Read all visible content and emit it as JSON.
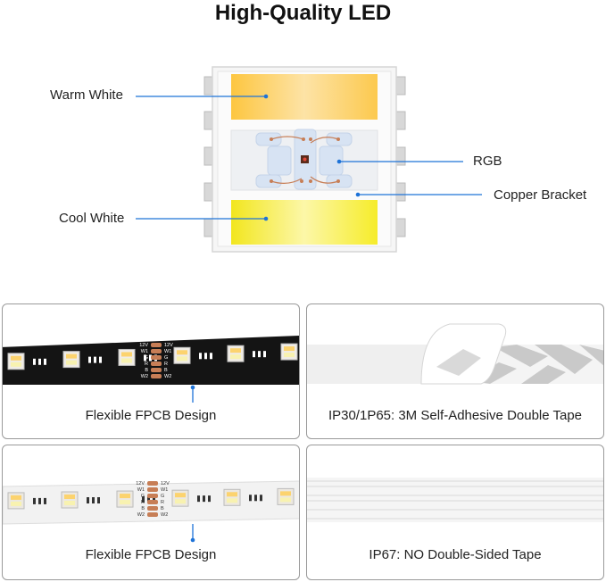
{
  "title": "High-Quality LED",
  "diagram": {
    "warm_white": "Warm White",
    "cool_white": "Cool White",
    "rgb": "RGB",
    "copper_bracket": "Copper Bracket"
  },
  "panels": [
    {
      "caption": "Flexible FPCB Design",
      "strip_color": "black"
    },
    {
      "caption": "IP30/1P65: 3M Self-Adhesive Double Tape"
    },
    {
      "caption": "Flexible FPCB Design",
      "strip_color": "white"
    },
    {
      "caption": "IP67: NO Double-Sided Tape"
    }
  ],
  "pad_labels": [
    "12V",
    "W1",
    "G",
    "R",
    "B",
    "W2"
  ],
  "pad_labels_right": [
    "12V",
    "W1",
    "G",
    "R",
    "B",
    "W2"
  ],
  "colors": {
    "accent": "#1e73d8",
    "warm": "#fcc94e",
    "cool": "#f6ec2a",
    "copper": "#c77e56"
  }
}
